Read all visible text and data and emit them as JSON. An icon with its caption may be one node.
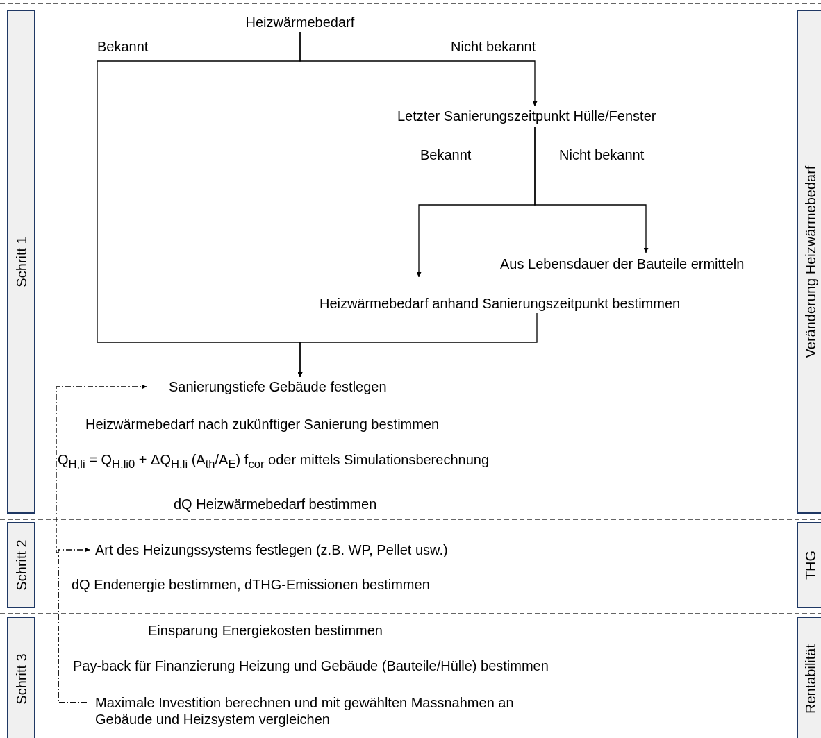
{
  "diagram": {
    "nodes": [
      {
        "text": [
          "Heizwärmebedarf"
        ]
      },
      {
        "text": [
          "Letzter Sanierungszeitpunkt Hülle/Fenster"
        ]
      },
      {
        "text": [
          "Aus Lebensdauer der Bauteile ermitteln"
        ]
      },
      {
        "text": [
          "Heizwärmebedarf anhand Sanierungszeitpunkt bestimmen"
        ]
      },
      {
        "text": [
          "Sanierungstiefe Gebäude festlegen"
        ]
      },
      {
        "text": [
          "Art des Heizungssystems festlegen (z.B. WP, Pellet usw.)"
        ]
      },
      {
        "text": [
          "Maximale Investition berechnen und mit gewählten Massnahmen an Gebäude und Heizsystem vergleichen"
        ]
      },
      {
        "text": [
          "Schritt 1"
        ]
      },
      {
        "text": [
          "Schritt 2"
        ]
      },
      {
        "text": [
          "Schritt 3"
        ]
      },
      {
        "text": [
          "Veränderung Heizwärmebedarf"
        ]
      },
      {
        "text": [
          "THG"
        ]
      },
      {
        "text": [
          "Rentabilität"
        ]
      }
    ],
    "edges": [
      {
        "from": 0,
        "to": 1,
        "arrow": "to",
        "label": "Nicht bekannt"
      },
      {
        "from": 0,
        "to": 4,
        "arrow": "to",
        "label": "Bekannt"
      },
      {
        "from": 1,
        "to": 3,
        "arrow": "to",
        "label": "Bekannt"
      },
      {
        "from": 1,
        "to": 2,
        "arrow": "to",
        "label": "Nicht bekannt"
      },
      {
        "from": 3,
        "to": 4,
        "arrow": "to"
      },
      {
        "from": 6,
        "to": 4,
        "arrow": "to",
        "style": "dashed"
      },
      {
        "from": 6,
        "to": 5,
        "arrow": "to",
        "style": "dashed"
      }
    ],
    "labels": [
      "Heizwärmebedarf nach zukünftiger Sanierung bestimmen",
      "Q$_{H,li}$ = Q$_{H,li0}$ + ΔQ$_{H,li}$ (A$_{th}$/A$_{E}$) f$_{cor}$ oder mittels Simulationsberechnung",
      "dQ Heizwärmebedarf bestimmen",
      "dQ Endenergie bestimmen, dTHG-Emissionen bestimmen",
      "Einsparung Energiekosten bestimmen",
      "Pay-back für Finanzierung Heizung und Gebäude (Bauteile/Hülle) bestimmen"
    ]
  }
}
